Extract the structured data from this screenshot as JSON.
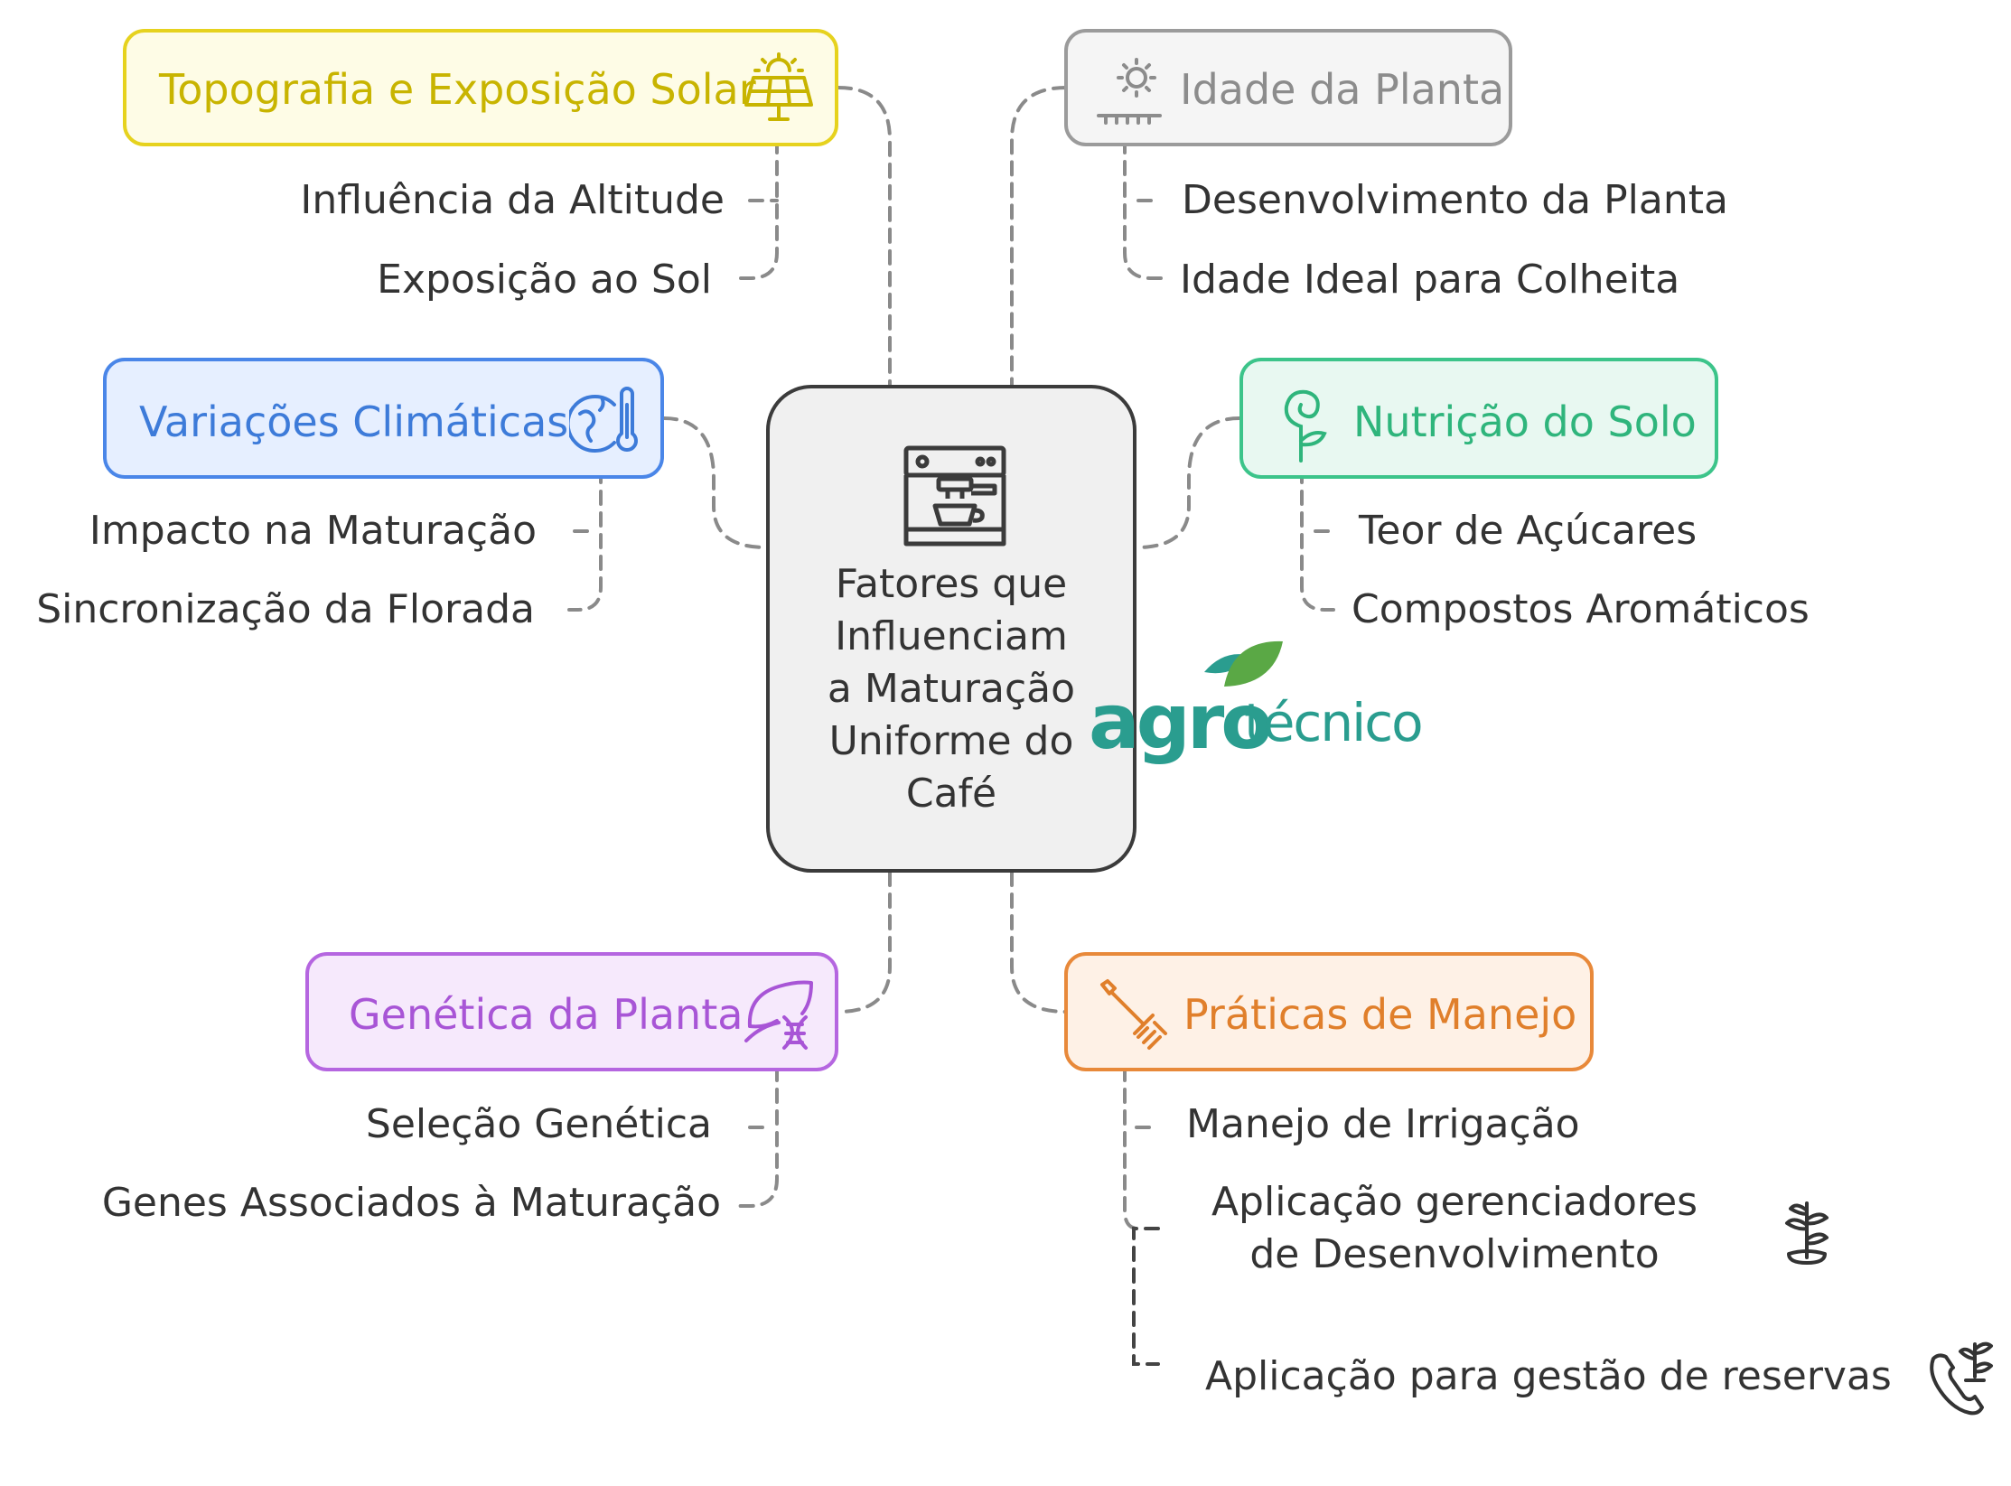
{
  "center": {
    "title_lines": [
      "Fatores que",
      "Influenciam",
      "a Maturação",
      "Uniforme do",
      "Café"
    ],
    "icon": "espresso-machine-icon"
  },
  "logo": {
    "part1": "agro",
    "part2": "técnico",
    "color": "#2a9d8f"
  },
  "branches": {
    "topografia": {
      "title": "Topografia e Exposição Solar",
      "color": "#c8b400",
      "border": "#e6d21e",
      "bg": "#fefce6",
      "icon": "solar-panel-icon",
      "items": [
        "Influência da Altitude",
        "Exposição ao Sol"
      ]
    },
    "idade": {
      "title": "Idade da Planta",
      "color": "#8c8c8c",
      "border": "#9b9b9b",
      "bg": "#f5f5f5",
      "icon": "sun-growth-icon",
      "items": [
        "Desenvolvimento da Planta",
        "Idade Ideal para Colheita"
      ]
    },
    "clima": {
      "title": "Variações Climáticas",
      "color": "#3d7bd9",
      "border": "#4a86e8",
      "bg": "#e6efff",
      "icon": "globe-thermometer-icon",
      "items": [
        "Impacto na Maturação",
        "Sincronização da Florada"
      ]
    },
    "solo": {
      "title": "Nutrição do Solo",
      "color": "#2fb57c",
      "border": "#3cc48a",
      "bg": "#e8f8f1",
      "icon": "sprout-spiral-icon",
      "items": [
        "Teor de Açúcares",
        "Compostos Aromáticos"
      ]
    },
    "genetica": {
      "title": "Genética da Planta",
      "color": "#a855d6",
      "border": "#b566e0",
      "bg": "#f6e9fc",
      "icon": "leaf-dna-icon",
      "items": [
        "Seleção Genética",
        "Genes Associados à Maturação"
      ]
    },
    "manejo": {
      "title": "Práticas de Manejo",
      "color": "#e07f2b",
      "border": "#e8893a",
      "bg": "#fef1e6",
      "icon": "rake-icon",
      "items": [
        "Manejo de Irrigação",
        "Aplicação gerenciadores de Desenvolvimento",
        "Aplicação para gestão de reservas"
      ],
      "item_icons": [
        "plant-growth-icon",
        "hand-plant-icon"
      ]
    }
  }
}
